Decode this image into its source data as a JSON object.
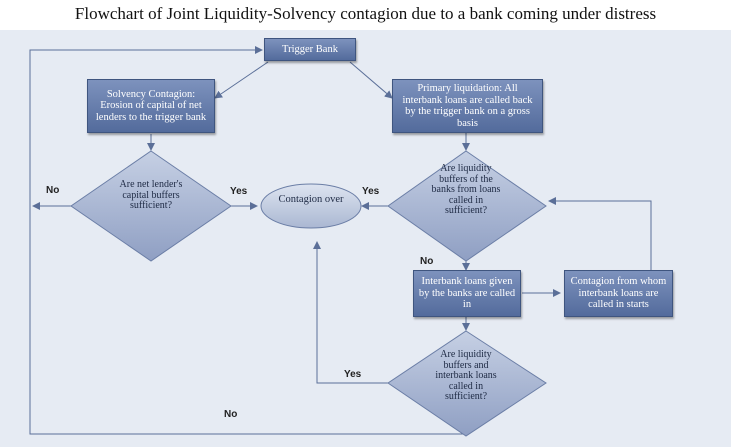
{
  "title": "Flowchart of Joint Liquidity-Solvency contagion due to a bank coming under distress",
  "nodes": {
    "trigger": "Trigger Bank",
    "solvency": "Solvency Contagion: Erosion of capital of net lenders to the trigger bank",
    "primary": "Primary liquidation: All interbank loans are called back by the trigger bank on a gross basis",
    "q_capital": "Are net lender's capital buffers sufficient?",
    "contagion_over": "Contagion over",
    "q_liquidity": "Are liquidity buffers of the banks from loans called in sufficient?",
    "interbank_called": "Interbank loans given by the banks are called in",
    "contagion_from": "Contagion from whom interbank loans are called in starts",
    "q_liquidity_interbank": "Are liquidity buffers and interbank loans called in sufficient?"
  },
  "edge_labels": {
    "no_left": "No",
    "yes_capital": "Yes",
    "yes_liquidity": "Yes",
    "no_liquidity": "No",
    "yes_bottom": "Yes",
    "no_bottom": "No"
  }
}
